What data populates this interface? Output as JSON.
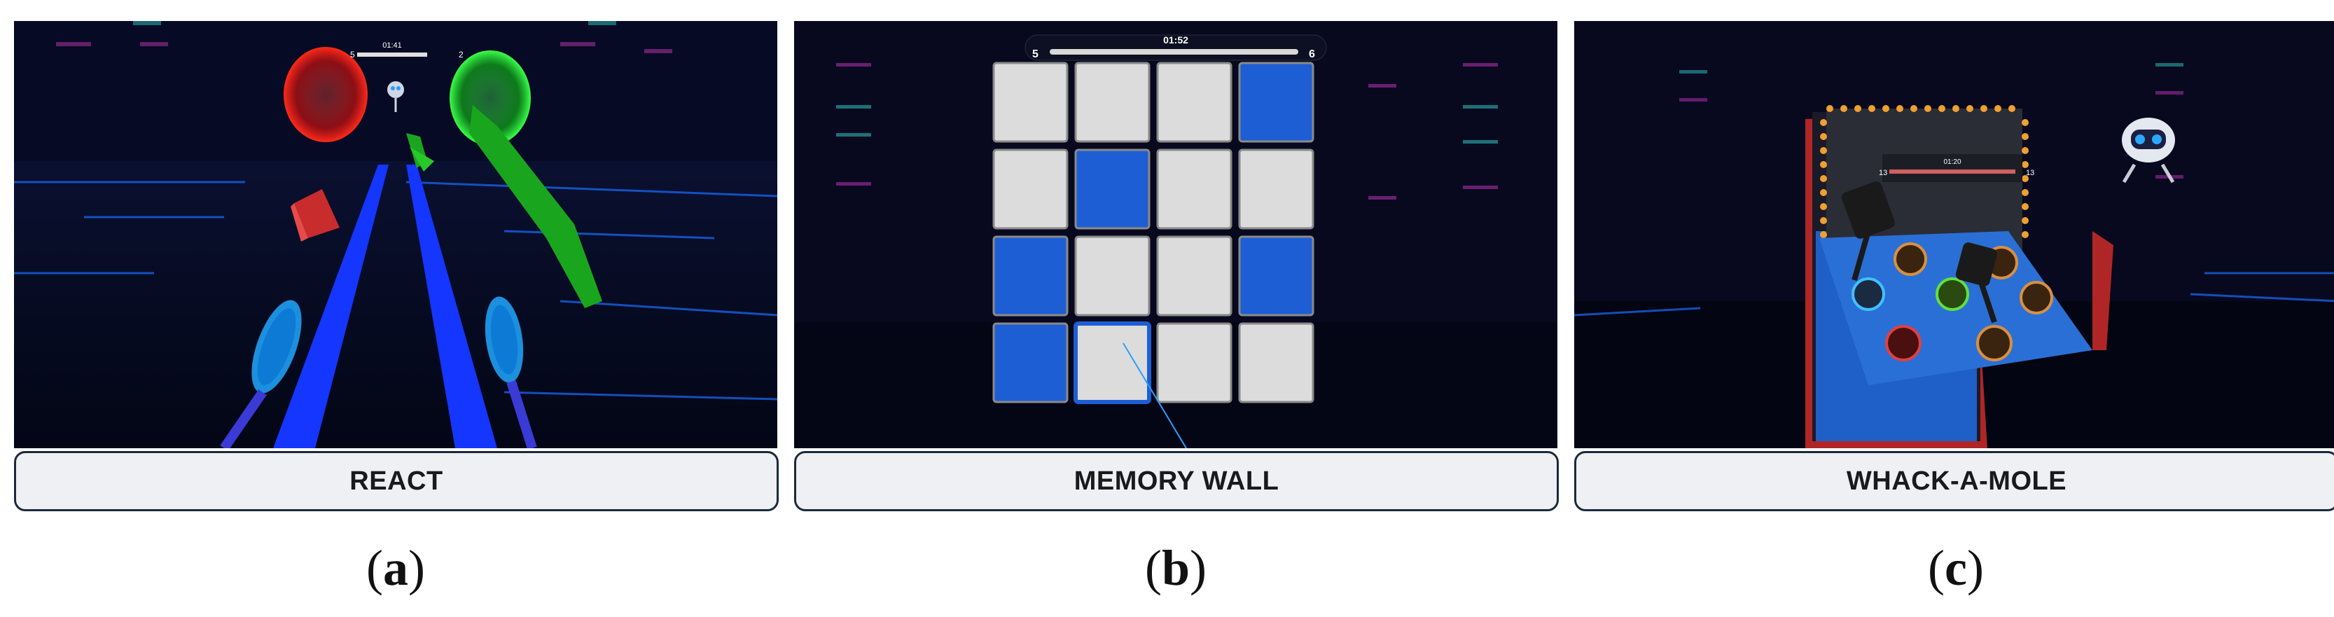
{
  "panels": [
    {
      "id": "a",
      "label": "REACT",
      "caption_open": "(",
      "caption_letter": "a",
      "caption_close": ")",
      "hud": {
        "left_score": "5",
        "timer": "01:41",
        "right_score": "2"
      },
      "colors": {
        "left_target": "#e0201c",
        "right_target": "#20d62a",
        "lane": "#1436ff",
        "racket": "#21a8ff"
      }
    },
    {
      "id": "b",
      "label": "MEMORY WALL",
      "caption_open": "(",
      "caption_letter": "b",
      "caption_close": ")",
      "hud": {
        "left_score": "5",
        "timer": "01:52",
        "right_score": "6"
      },
      "tiles": [
        [
          "gray",
          "gray",
          "gray",
          "blue"
        ],
        [
          "gray",
          "blue",
          "gray",
          "gray"
        ],
        [
          "blue",
          "gray",
          "gray",
          "blue"
        ],
        [
          "blue",
          "selected",
          "gray",
          "gray"
        ]
      ],
      "colors": {
        "tile_gray": "#dcdcdc",
        "tile_blue": "#1e5ed4"
      }
    },
    {
      "id": "c",
      "label": "WHACK-A-MOLE",
      "caption_open": "(",
      "caption_letter": "c",
      "caption_close": ")",
      "hud": {
        "left_score": "13",
        "timer": "01:20",
        "right_score": "13"
      },
      "colors": {
        "cabinet": "#1f5fc8",
        "frame": "#c0392b",
        "bulbs": "#f0a030"
      }
    }
  ]
}
